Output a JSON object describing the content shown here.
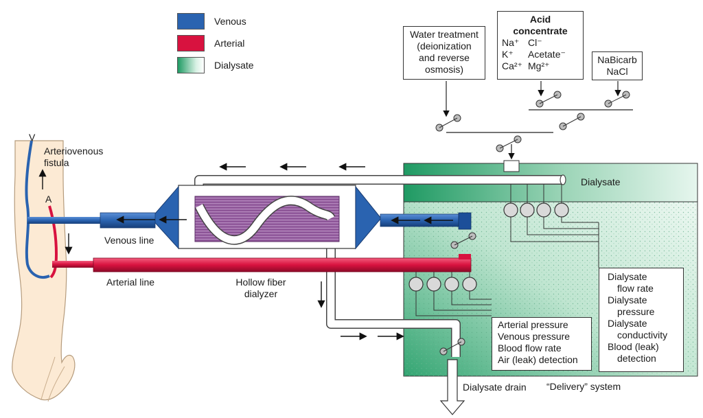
{
  "legend": {
    "venous": "Venous",
    "arterial": "Arterial",
    "dialysate": "Dialysate"
  },
  "colors": {
    "venous": "#2a63b0",
    "arterial": "#d8123f",
    "dialysate": "#1f9a63",
    "dialyzer_fibers": "#8a4f94",
    "arm_skin": "#fcead4"
  },
  "arm": {
    "v_label": "V",
    "a_label": "A",
    "fistula_label_1": "Arteriovenous",
    "fistula_label_2": "fistula"
  },
  "lines": {
    "venous": "Venous line",
    "arterial": "Arterial line",
    "dialyzer_1": "Hollow fiber",
    "dialyzer_2": "dialyzer"
  },
  "water_treatment": {
    "line1": "Water treatment",
    "line2": "(deionization",
    "line3": "and reverse",
    "line4": "osmosis)"
  },
  "acid_concentrate": {
    "title1": "Acid",
    "title2": "concentrate",
    "ions": [
      "Na⁺",
      "Cl⁻",
      "K⁺",
      "Acetate⁻",
      "Ca²⁺",
      "Mg²⁺"
    ]
  },
  "bicarb": {
    "line1": "NaBicarb",
    "line2": "NaCl"
  },
  "delivery": {
    "dialysate_label": "Dialysate",
    "blood_monitors": [
      "Arterial pressure",
      "Venous pressure",
      "Blood flow rate",
      "Air (leak) detection"
    ],
    "dialysate_monitors": [
      "Dialysate",
      "flow rate",
      "Dialysate",
      "pressure",
      "Dialysate",
      "conductivity",
      "Blood (leak)",
      "detection"
    ],
    "drain": "Dialysate drain",
    "system": "“Delivery” system"
  }
}
